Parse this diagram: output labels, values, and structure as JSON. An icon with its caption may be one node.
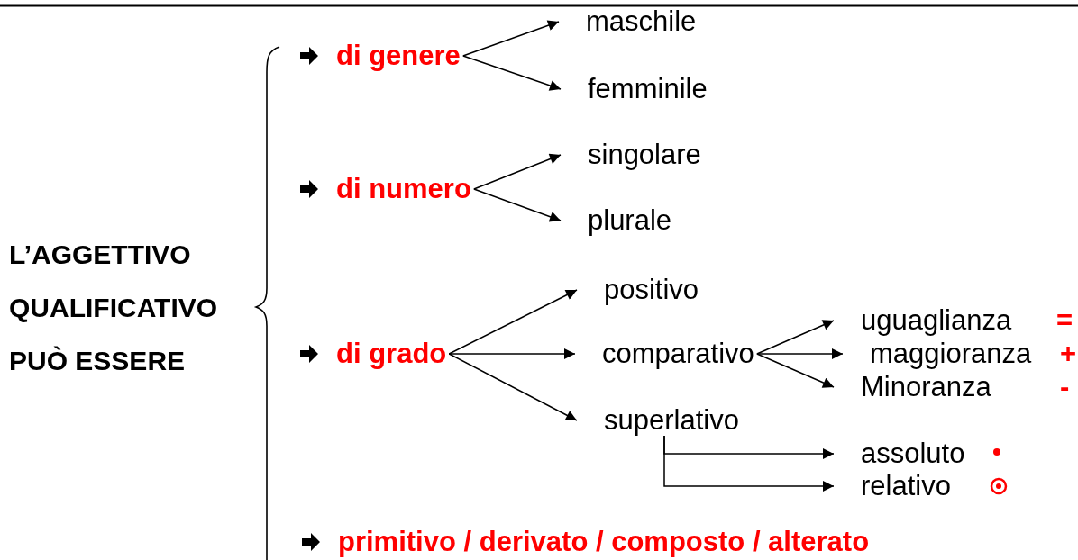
{
  "diagram": {
    "nodes": [
      {
        "text": [
          "L’AGGETTIVO QUALIFICATIVO PUÒ ESSERE"
        ]
      },
      {
        "text": [
          "di genere"
        ]
      },
      {
        "text": [
          "maschile"
        ]
      },
      {
        "text": [
          "femminile"
        ]
      },
      {
        "text": [
          "di numero"
        ]
      },
      {
        "text": [
          "singolare"
        ]
      },
      {
        "text": [
          "plurale"
        ]
      },
      {
        "text": [
          "di grado"
        ]
      },
      {
        "text": [
          "positivo"
        ]
      },
      {
        "text": [
          "comparativo"
        ]
      },
      {
        "text": [
          "uguaglianza"
        ]
      },
      {
        "text": [
          "maggioranza"
        ]
      },
      {
        "text": [
          "Minoranza"
        ]
      },
      {
        "text": [
          "superlativo"
        ]
      },
      {
        "text": [
          "assoluto"
        ]
      },
      {
        "text": [
          "relativo"
        ]
      },
      {
        "text": [
          "primitivo / derivato / composto / alterato"
        ]
      }
    ],
    "edges": [
      {
        "from": 1,
        "to": 2,
        "arrow": "to"
      },
      {
        "from": 1,
        "to": 3,
        "arrow": "to"
      },
      {
        "from": 4,
        "to": 5,
        "arrow": "to"
      },
      {
        "from": 4,
        "to": 6,
        "arrow": "to"
      },
      {
        "from": 7,
        "to": 8,
        "arrow": "to"
      },
      {
        "from": 7,
        "to": 9,
        "arrow": "to"
      },
      {
        "from": 7,
        "to": 13,
        "arrow": "to"
      },
      {
        "from": 9,
        "to": 10,
        "arrow": "to"
      },
      {
        "from": 9,
        "to": 11,
        "arrow": "to"
      },
      {
        "from": 9,
        "to": 12,
        "arrow": "to"
      },
      {
        "from": 13,
        "to": 14,
        "arrow": "to"
      },
      {
        "from": 13,
        "to": 15,
        "arrow": "to"
      }
    ],
    "labels": [
      "=",
      "+",
      "-"
    ]
  }
}
